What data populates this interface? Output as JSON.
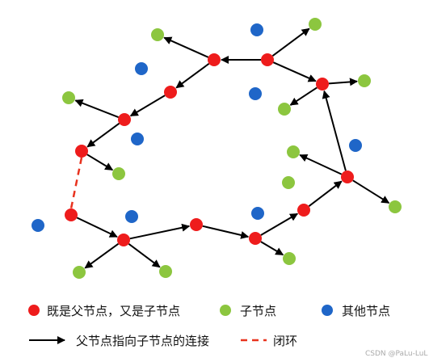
{
  "colors": {
    "parent_child": "#ee1c1c",
    "child": "#8cc63f",
    "other": "#1f66c8",
    "edge": "#000000",
    "loop": "#e8321e"
  },
  "legend": {
    "parent_child_label": "既是父节点，又是子节点",
    "child_label": "子节点",
    "other_label": "其他节点",
    "edge_label": "父节点指向子节点的连接",
    "loop_label": "闭环"
  },
  "watermark": "CSDN @PaLu-LuL",
  "graph": {
    "nodes": {
      "r1": "parent_child",
      "r2": "parent_child",
      "r3": "parent_child",
      "r4": "parent_child",
      "r5": "parent_child",
      "r6": "parent_child",
      "r7": "parent_child",
      "r8": "parent_child",
      "r9": "parent_child",
      "r10": "parent_child",
      "r11": "parent_child",
      "r12": "parent_child",
      "r13": "parent_child",
      "g1": "child",
      "g2": "child",
      "g3": "child",
      "g4": "child",
      "g5": "child",
      "g6": "child",
      "g7": "child",
      "g8": "child",
      "g9": "child",
      "g10": "child",
      "g11": "child",
      "g12": "child",
      "g13": "child",
      "g14": "child",
      "b1": "other",
      "b2": "other",
      "b3": "other",
      "b4": "other",
      "b5": "other",
      "b6": "other",
      "b7": "other",
      "b8": "other"
    },
    "edges": [
      [
        "r1",
        "g1"
      ],
      [
        "r1",
        "r2"
      ],
      [
        "r2",
        "r3"
      ],
      [
        "r3",
        "g2"
      ],
      [
        "r3",
        "r4"
      ],
      [
        "r4",
        "g3"
      ],
      [
        "r4",
        "r5"
      ],
      [
        "r5",
        "g4"
      ],
      [
        "r6",
        "g5"
      ],
      [
        "r6",
        "r7"
      ],
      [
        "r7",
        "r8"
      ],
      [
        "r8",
        "g6"
      ],
      [
        "r8",
        "r10"
      ],
      [
        "r10",
        "g7"
      ],
      [
        "r10",
        "g8"
      ],
      [
        "r10",
        "g9"
      ],
      [
        "r10",
        "r11"
      ],
      [
        "r11",
        "r12"
      ],
      [
        "r12",
        "g10"
      ],
      [
        "r12",
        "g11"
      ],
      [
        "r12",
        "r13"
      ],
      [
        "r13",
        "g12"
      ],
      [
        "r13",
        "g13"
      ],
      [
        "r13",
        "g14"
      ]
    ],
    "loop": [
      "r5",
      "r13"
    ]
  }
}
